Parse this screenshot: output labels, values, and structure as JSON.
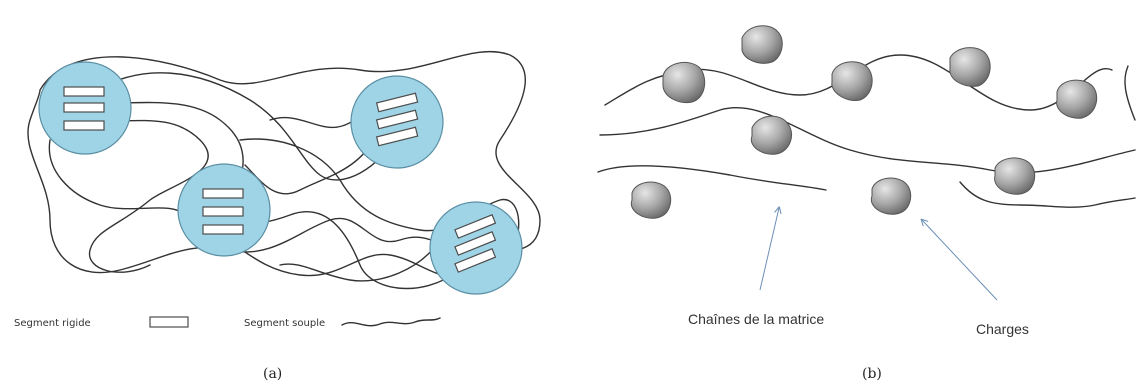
{
  "panel_a": {
    "legend_rigid_label": "Segment rigide",
    "legend_flexible_label": "Segment souple",
    "caption": "(a)"
  },
  "panel_b": {
    "chains_label": "Chaînes de la matrice",
    "fillers_label": "Charges",
    "caption": "(b)"
  },
  "colors": {
    "rigid_domain_fill": "#9fd3e6",
    "filler_particle": "#9c9c9c",
    "arrow": "#6d8fb8"
  }
}
